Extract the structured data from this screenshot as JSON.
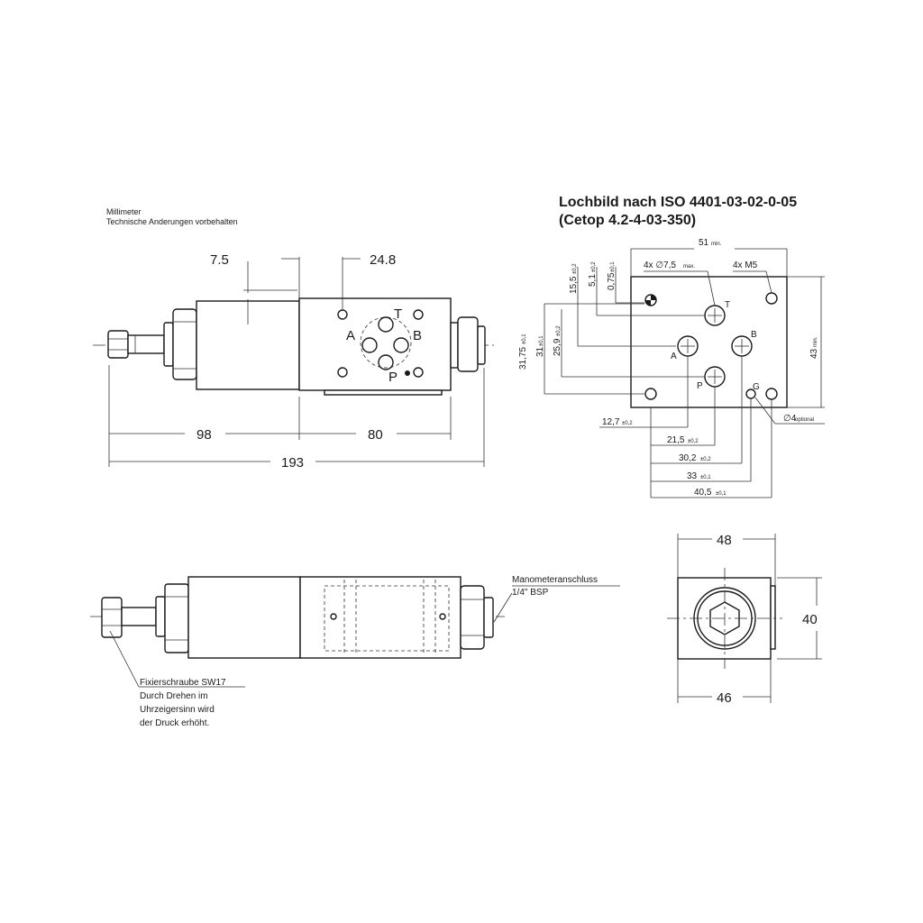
{
  "header": {
    "units": "Millimeter",
    "disclaimer": "Technische Anderungen vorbehalten"
  },
  "hole_pattern": {
    "title_line1": "Lochbild nach ISO 4401-03-02-0-05",
    "title_line2": "(Cetop 4.2-4-03-350)",
    "width": "51",
    "width_tol": "min.",
    "height": "43",
    "height_tol": "min.",
    "holes_note": "4x ∅7,5",
    "holes_tol": "max.",
    "thread_note": "4x M5",
    "pin_note": "∅4",
    "pin_tol": "optional",
    "port_labels": {
      "T": "T",
      "A": "A",
      "B": "B",
      "P": "P",
      "G": "G"
    },
    "vertical_dims": [
      {
        "value": "15,5",
        "tol": "±0,2"
      },
      {
        "value": "5,1",
        "tol": "±0,2"
      },
      {
        "value": "0,75",
        "tol": "±0,1"
      },
      {
        "value": "31,75",
        "tol": "±0,1"
      },
      {
        "value": "31",
        "tol": "±0,1"
      },
      {
        "value": "25,9",
        "tol": "±0,2"
      }
    ],
    "horizontal_dims": [
      {
        "value": "12,7",
        "tol": "±0,2"
      },
      {
        "value": "21,5",
        "tol": "±0,2"
      },
      {
        "value": "30,2",
        "tol": "±0,2"
      },
      {
        "value": "33",
        "tol": "±0,1"
      },
      {
        "value": "40,5",
        "tol": "±0,1"
      }
    ]
  },
  "front_view": {
    "dim_offset_left": "7.5",
    "dim_offset_right": "24.8",
    "dim_length_left": "98",
    "dim_length_right": "80",
    "dim_total": "193",
    "ports": {
      "A": "A",
      "T": "T",
      "B": "B",
      "P": "P"
    }
  },
  "top_view": {
    "gauge_label_line1": "Manometeranschluss",
    "gauge_label_line2": "1/4\" BSP",
    "screw_label_line1": "Fixierschraube SW17",
    "screw_label_line2": "Durch Drehen im",
    "screw_label_line3": "Uhrzeigersinn wird",
    "screw_label_line4": "der Druck erhöht."
  },
  "end_view": {
    "width_top": "48",
    "height": "40",
    "width_bottom": "46"
  }
}
